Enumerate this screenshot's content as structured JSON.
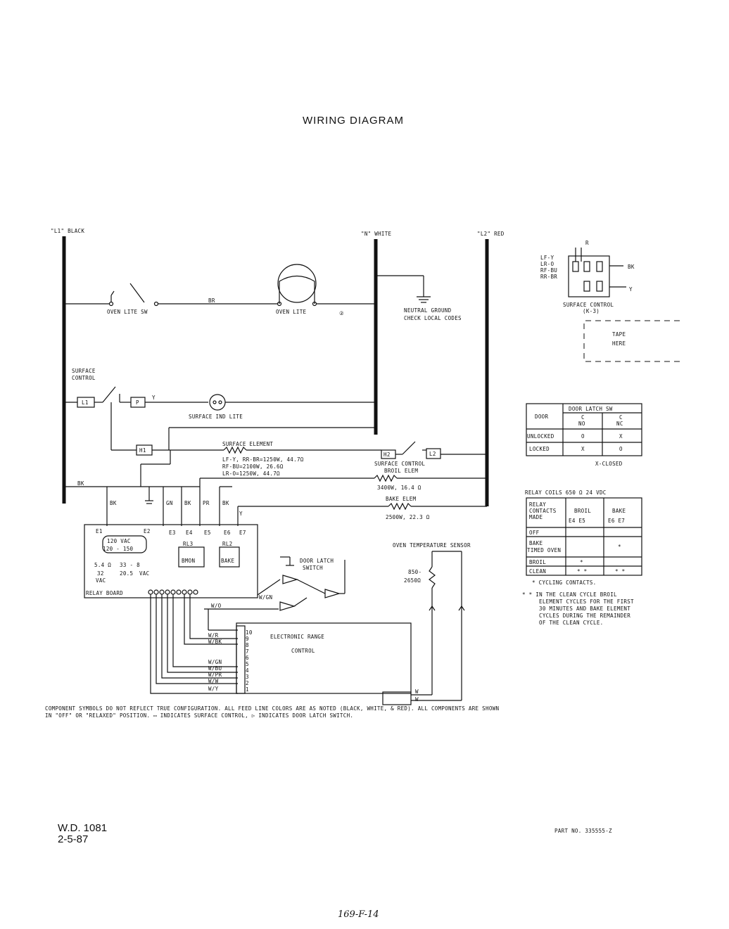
{
  "title": "WIRING DIAGRAM",
  "bus": {
    "l1": "\"L1\" BLACK",
    "n": "\"N\" WHITE",
    "l2": "\"L2\" RED"
  },
  "labels": {
    "oven_lite_sw": "OVEN LITE SW",
    "br": "BR",
    "oven_lite": "OVEN LITE",
    "circle2": "②",
    "neutral_ground": "NEUTRAL GROUND",
    "check_local": "CHECK LOCAL CODES",
    "surface_control_a": "SURFACE",
    "surface_control_b": "CONTROL",
    "l1_box": "L1",
    "p_box": "P",
    "y": "Y",
    "surface_ind_lite": "SURFACE IND LITE",
    "h1": "H1",
    "h2": "H2",
    "l2_box": "L2",
    "surface_element": "SURFACE ELEMENT",
    "rating1": "LF-Y, RR-BR=1250W, 44.7Ω",
    "rating2": "RF-BU=2100W, 26.6Ω",
    "rating3": "LR-O=1250W, 44.7Ω",
    "surface_control2": "SURFACE CONTROL",
    "broil_elem": "BROIL ELEM",
    "broil_rating": "3400W, 16.4 Ω",
    "bake_elem": "BAKE ELEM",
    "bake_rating": "2500W, 22.3 Ω",
    "bk": "BK",
    "gn": "GN",
    "pr": "PR",
    "e1": "E1",
    "e2": "E2",
    "e3": "E3",
    "e4": "E4",
    "e5": "E5",
    "e6": "E6",
    "e7": "E7",
    "vac120": "120 VAC",
    "vac_range": "120 - 150",
    "rl3": "RL3",
    "rl2": "RL2",
    "bmon": "BMON",
    "bake": "BAKE",
    "ohm1": "5.4 Ω",
    "ohm2": "33 - 8",
    "vac32": "32",
    "vac20": "20.5",
    "vac_a": "VAC",
    "vac_b": "VAC",
    "relay_board": "RELAY BOARD",
    "door_latch_switch_a": "DOOR LATCH",
    "door_latch_switch_b": "SWITCH",
    "wgn": "W/GN",
    "wo": "W/O",
    "wr": "W/R",
    "wbk": "W/BK",
    "wbu": "W/BU",
    "wpr": "W/PR",
    "ww": "W/W",
    "wy": "W/Y",
    "erc_a": "ELECTRONIC   RANGE",
    "erc_b": "CONTROL",
    "w": "W",
    "oven_temp_sensor": "OVEN TEMPERATURE SENSOR",
    "sensor_r1": "850-",
    "sensor_r2": "2650Ω"
  },
  "pin_numbers": [
    "10",
    "9",
    "8",
    "7",
    "6",
    "5",
    "4",
    "3",
    "2",
    "1"
  ],
  "surface_control_k3": {
    "wires": [
      "LF-Y",
      "LR-O",
      "RF-BU",
      "RR-BR"
    ],
    "label": "SURFACE CONTROL",
    "part": "(K-3)",
    "r": "R",
    "bk": "BK",
    "y": "Y"
  },
  "tape": {
    "line1": "TAPE",
    "line2": "HERE"
  },
  "door_table": {
    "header_door": "DOOR",
    "header_sw": "DOOR LATCH SW",
    "col_c_no": "C\nNO",
    "col_c_nc": "C\nNC",
    "sub_no": "NO",
    "sub_nc": "NC",
    "sub_c": "C",
    "rows": [
      {
        "door": "UNLOCKED",
        "no": "O",
        "nc": "X"
      },
      {
        "door": "LOCKED",
        "no": "X",
        "nc": "O"
      }
    ],
    "legend": "X-CLOSED"
  },
  "relay_table": {
    "caption": "RELAY COILS 650 Ω  24 VDC",
    "h1a": "RELAY",
    "h1b": "CONTACTS",
    "h1c": "MADE",
    "h2a": "BROIL",
    "h2b": "E4    E5",
    "h3a": "BAKE",
    "h3b": "E6   E7",
    "rows": [
      {
        "a": "OFF",
        "b": "",
        "c": ""
      },
      {
        "a": "BAKE",
        "a2": "TIMED OVEN",
        "b": "",
        "c": "*"
      },
      {
        "a": "BROIL",
        "b": "*",
        "c": ""
      },
      {
        "a": "CLEAN",
        "b": "* *",
        "c": "* *"
      }
    ],
    "note1": "* CYCLING CONTACTS.",
    "note2": "* * IN THE CLEAN CYCLE BROIL",
    "note3": "ELEMENT CYCLES FOR THE FIRST",
    "note4": "30 MINUTES AND BAKE ELEMENT",
    "note5": "CYCLES DURING THE REMAINDER",
    "note6": "OF THE CLEAN CYCLE."
  },
  "footnote1": "COMPONENT SYMBOLS DO NOT REFLECT TRUE CONFIGURATION. ALL FEED LINE COLORS ARE AS NOTED (BLACK, WHITE, & RED). ALL COMPONENTS ARE SHOWN",
  "footnote2": "IN \"OFF\" OR \"RELAXED\" POSITION.  ▭ INDICATES SURFACE CONTROL,   ▷ INDICATES DOOR LATCH SWITCH.",
  "wd_number": "W.D. 1081",
  "wd_date": "2-5-87",
  "part_no": "PART  NO. 335555-Z",
  "handwritten": "169-F-14"
}
